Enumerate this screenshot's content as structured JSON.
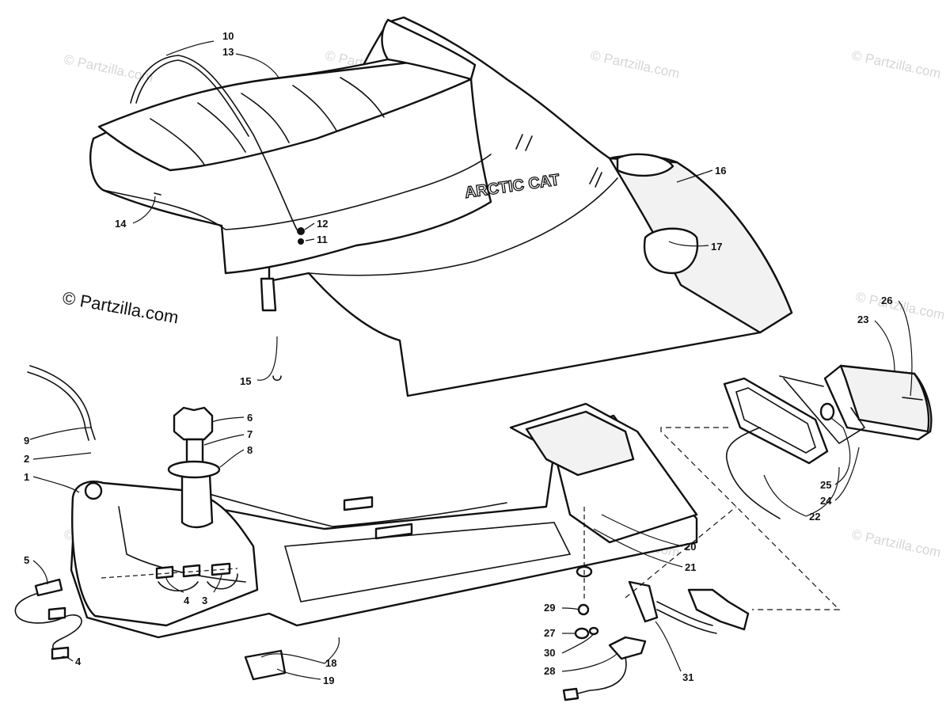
{
  "watermark": {
    "main": "© Partzilla.com",
    "faint": "© Partzilla.com"
  },
  "brand_logo": "ARCTIC CAT",
  "callouts": [
    "1",
    "2",
    "3",
    "4",
    "5",
    "6",
    "7",
    "8",
    "9",
    "10",
    "11",
    "12",
    "13",
    "14",
    "15",
    "16",
    "17",
    "18",
    "19",
    "20",
    "21",
    "22",
    "23",
    "24",
    "25",
    "26",
    "27",
    "28",
    "29",
    "30",
    "31"
  ],
  "colors": {
    "line": "#111111",
    "watermark": "#d6d6d6"
  }
}
